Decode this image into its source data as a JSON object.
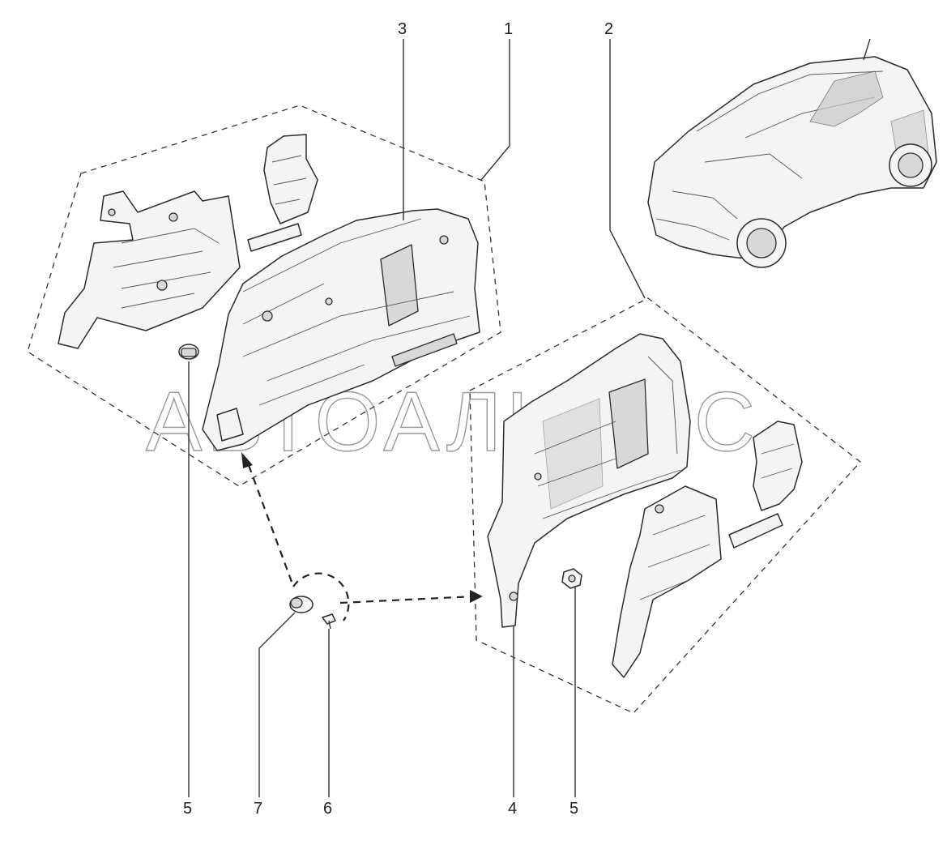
{
  "watermark": "АВТОАЛЬЯНС",
  "callouts": {
    "c1": "1",
    "c2": "2",
    "c3": "3",
    "c4": "4",
    "c5a": "5",
    "c5b": "5",
    "c6": "6",
    "c7": "7"
  },
  "colors": {
    "line": "#2b2b2b",
    "part_fill": "#f4f4f4",
    "watermark": "#9a9a9a"
  }
}
